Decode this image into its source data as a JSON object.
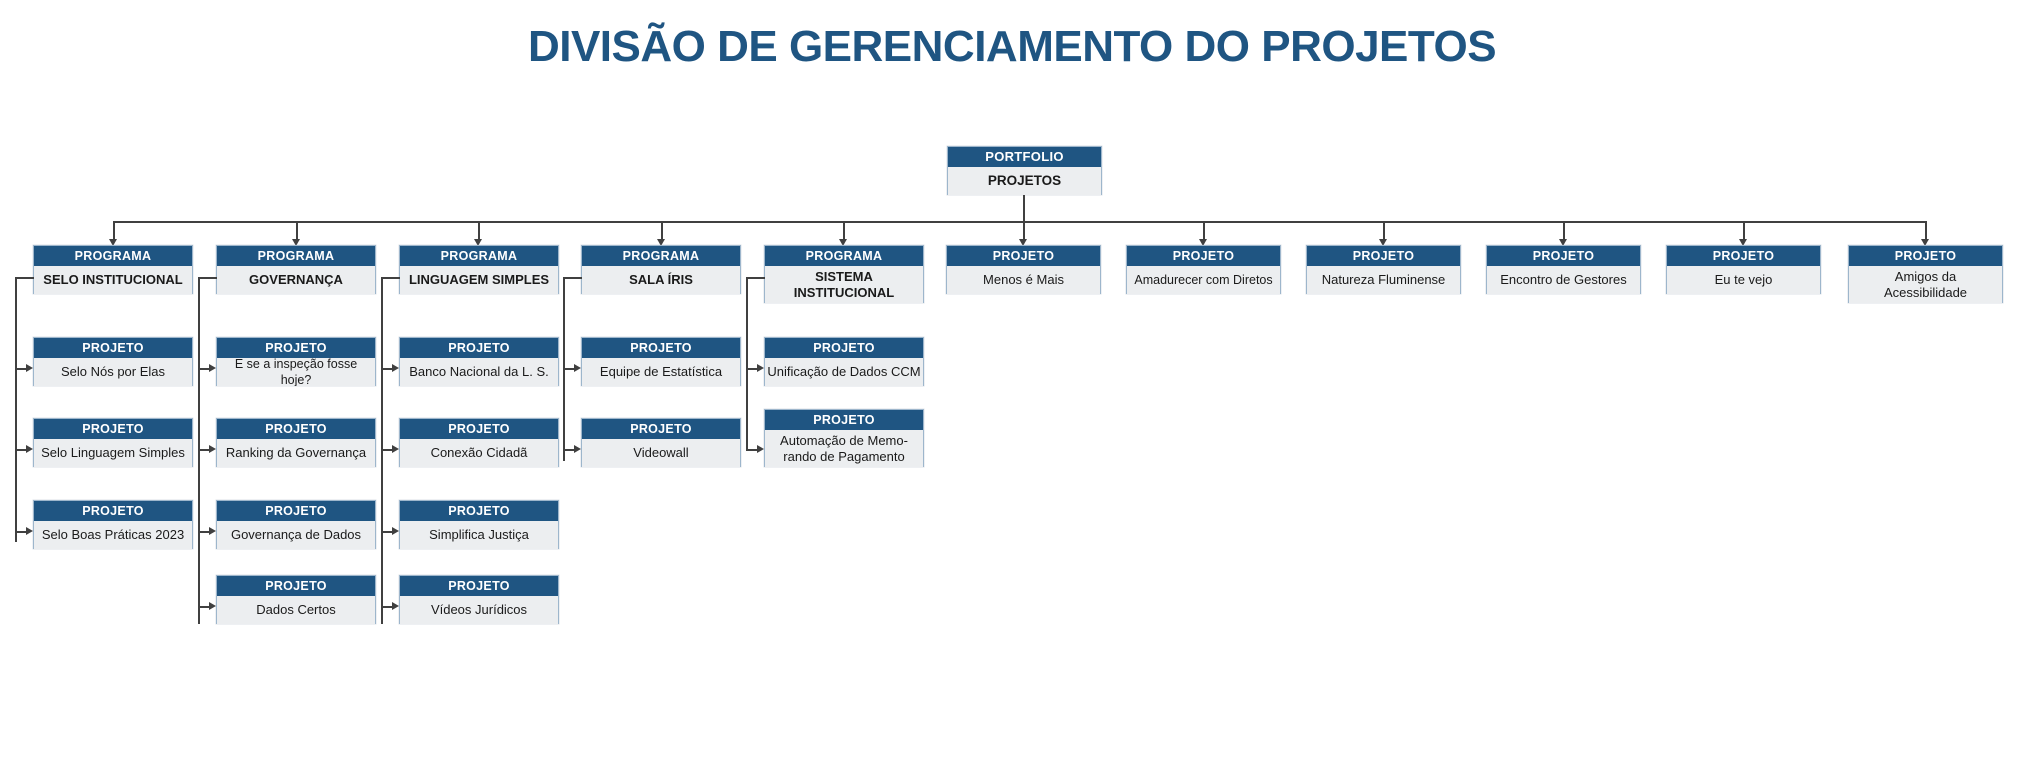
{
  "title": "DIVISÃO DE GERENCIAMENTO DO PROJETOS",
  "colors": {
    "header_blue": "#1F5582",
    "body_gray": "#ECEEF0",
    "border": "#9DB6CC",
    "connector": "#404040",
    "title_blue": "#1F5582"
  },
  "labels": {
    "portfolio": "PORTFOLIO",
    "programa": "PROGRAMA",
    "projeto": "PROJETO"
  },
  "root": {
    "header": "PORTFOLIO",
    "name": "PROJETOS"
  },
  "programs": [
    {
      "header": "PROGRAMA",
      "name": "SELO INSTITUCIONAL",
      "projects": [
        {
          "header": "PROJETO",
          "name": "Selo Nós por Elas"
        },
        {
          "header": "PROJETO",
          "name": "Selo Linguagem Simples"
        },
        {
          "header": "PROJETO",
          "name": "Selo Boas Práticas 2023"
        }
      ]
    },
    {
      "header": "PROGRAMA",
      "name": "GOVERNANÇA",
      "projects": [
        {
          "header": "PROJETO",
          "name": "E se a inspeção fosse hoje?"
        },
        {
          "header": "PROJETO",
          "name": "Ranking da Governança"
        },
        {
          "header": "PROJETO",
          "name": "Governança de Dados"
        },
        {
          "header": "PROJETO",
          "name": "Dados Certos"
        }
      ]
    },
    {
      "header": "PROGRAMA",
      "name": "LINGUAGEM SIMPLES",
      "projects": [
        {
          "header": "PROJETO",
          "name": "Banco Nacional da L. S."
        },
        {
          "header": "PROJETO",
          "name": "Conexão Cidadã"
        },
        {
          "header": "PROJETO",
          "name": "Simplifica Justiça"
        },
        {
          "header": "PROJETO",
          "name": "Vídeos Jurídicos"
        }
      ]
    },
    {
      "header": "PROGRAMA",
      "name": "SALA ÍRIS",
      "projects": [
        {
          "header": "PROJETO",
          "name": "Equipe de Estatística"
        },
        {
          "header": "PROJETO",
          "name": "Videowall"
        }
      ]
    },
    {
      "header": "PROGRAMA",
      "name": "SISTEMA INSTITUCIONAL",
      "projects": [
        {
          "header": "PROJETO",
          "name": "Unificação de Dados CCM"
        },
        {
          "header": "PROJETO",
          "name": "Automação de Memo-rando de Pagamento"
        }
      ]
    }
  ],
  "standalone_projects": [
    {
      "header": "PROJETO",
      "name": "Menos é Mais"
    },
    {
      "header": "PROJETO",
      "name": "Amadurecer com Diretos"
    },
    {
      "header": "PROJETO",
      "name": "Natureza Fluminense"
    },
    {
      "header": "PROJETO",
      "name": "Encontro de Gestores"
    },
    {
      "header": "PROJETO",
      "name": "Eu te vejo"
    },
    {
      "header": "PROJETO",
      "name": "Amigos da Acessibilidade"
    }
  ]
}
